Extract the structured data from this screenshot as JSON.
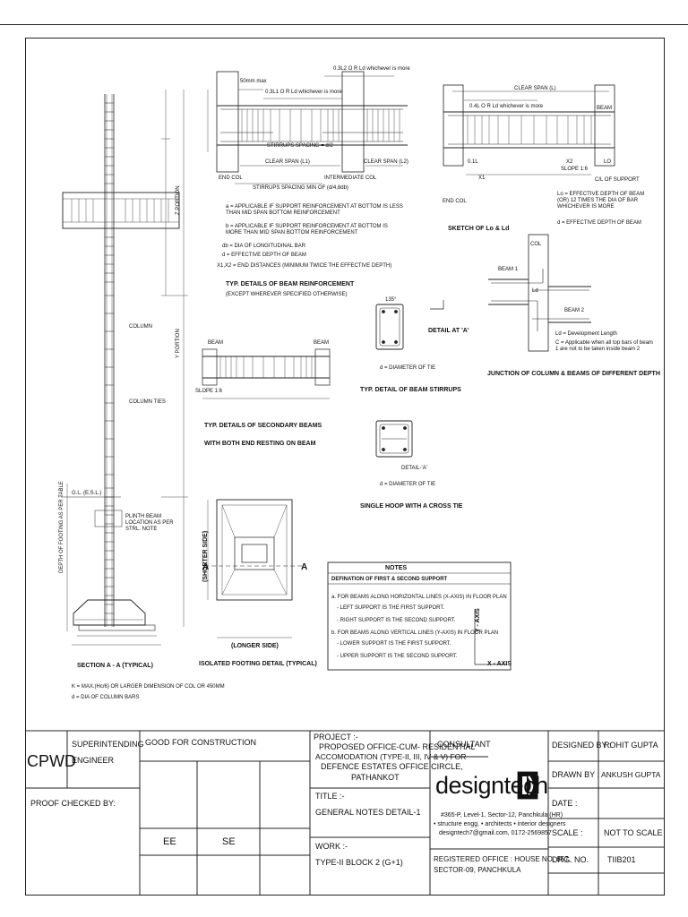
{
  "drawing": {
    "beam_top_note1": "50mm max",
    "beam_top_note2": "0.3L1 O R Ld whichever is more",
    "beam_top_note3": "0.3L2 O R Ld whichever is more",
    "stirrup_spacing": "STIRRUPS SPACING = d/2",
    "clear_span_l1": "CLEAR SPAN (L1)",
    "clear_span_l2": "CLEAR SPAN (L2)",
    "end_col": "END COL",
    "intermediate_col": "INTERMEDIATE COL",
    "stirrup_spacing_min": "STIRRUPS SPACING MIN OF (d/4,8db)",
    "note_a": "a = APPLICABLE IF SUPPORT REINFORCEMENT AT BOTTOM IS LESS THAN MID SPAN BOTTOM REINFORCEMENT",
    "note_b": "b = APPLICABLE IF SUPPORT REINFORCEMENT AT BOTTOM IS MORE THAN MID SPAN BOTTOM REINFORCEMENT",
    "note_db": "db = DIA OF LONGITUDINAL BAR",
    "note_d": "d = EFFECTIVE DEPTH OF BEAM",
    "note_x": "X1,X2 = END DISTANCES (MINIMUM TWICE THE EFFECTIVE DEPTH)",
    "title_beam_reinf": "TYP. DETAILS OF BEAM REINFORCEMENT",
    "sub_beam_reinf": "(EXCEPT WHEREVER SPECIFIED OTHERWISE)",
    "sketch_clear_span": "CLEAR SPAN (L)",
    "sketch_note": "0.4L O R Ld whichever is more",
    "sketch_beam": "BEAM",
    "sketch_01l": "0.1L",
    "sketch_x1": "X1",
    "sketch_x2": "X2",
    "sketch_lo": "LO",
    "sketch_slope": "SLOPE 1:6",
    "sketch_end_col": "END COL",
    "sketch_support": "C/L OF SUPPORT",
    "title_sketch": "SKETCH OF Lo & Ld",
    "lo_note": "Lo = EFFECTIVE DEPTH OF BEAM (OR) 12 TIMES THE DIA OF BAR WHICHEVER IS MORE",
    "d_note": "d = EFFECTIVE DEPTH OF BEAM",
    "column_label": "COLUMN",
    "column_ties": "COLUMN TIES",
    "gl_label": "G.L. (E.S.L.)",
    "plinth_label": "PLINTH BEAM LOCATION AS PER STRL. NOTE",
    "z_portion": "Z PORTION",
    "y_portion": "Y PORTION",
    "depth_label": "DEPTH OF FOOTING AS PER TABLE",
    "detail_a": "DETAIL AT 'A'",
    "d_dia_tie": "d = DIAMETER OF TIE",
    "title_stirrups": "TYP. DETAIL OF BEAM STIRRUPS",
    "col": "COL",
    "beam1": "BEAM 1",
    "beam2": "BEAM 2",
    "ld": "Ld",
    "ld_note": "Ld = Development Length",
    "c_note": "C = Applicable when all top bars of beam 1 are not to be taken inside beam 2",
    "title_junction": "JUNCTION OF COLUMN & BEAMS OF DIFFERENT DEPTH",
    "sec_beam_left": "BEAM",
    "sec_beam_right": "BEAM",
    "sec_slope": "SLOPE 1:6",
    "title_secondary": "TYP. DETAILS OF SECONDARY BEAMS WITH BOTH END RESTING ON BEAM",
    "detail_a2": "DETAIL-'A'",
    "title_hoop": "SINGLE HOOP WITH A CROSS TIE",
    "angle": "135°",
    "shorter_side": "(SHORTER SIDE)",
    "longer_side": "(LONGER SIDE)",
    "sec_a": "A",
    "title_footing": "ISOLATED FOOTING DETAIL (TYPICAL)",
    "title_section": "SECTION A - A (TYPICAL)",
    "note_k": "K = MAX.(Hc/6) OR LARGER DIMENSION OF COL OR 450MM",
    "note_dcol": "d = DIA OF COLUMN BARS",
    "notes_title": "NOTES",
    "notes_sub": "DEFINATION OF FIRST & SECOND SUPPORT",
    "notes_a": "a. FOR BEAMS ALONG HORIZONTAL LINES (X-AXIS) IN FLOOR PLAN",
    "notes_a1": "- LEFT SUPPORT IS THE FIRST SUPPORT.",
    "notes_a2": "- RIGHT SUPPORT IS THE SECOND SUPPORT.",
    "notes_b": "b. FOR BEAMS ALONG VERTICAL LINES (Y-AXIS) IN FLOOR PLAN",
    "notes_b1": "- LOWER SUPPORT IS THE FIRST SUPPORT.",
    "notes_b2": "- UPPER SUPPORT IS THE SECOND SUPPORT.",
    "y_axis": "Y - AXIS",
    "x_axis": "X - AXIS"
  },
  "title_block": {
    "cpwd": "CPWD",
    "superintending": "SUPERINTENDING",
    "engineer": "ENGINEER",
    "good_for": "GOOD FOR CONSTRUCTION",
    "proof": "PROOF CHECKED BY:",
    "ee": "EE",
    "se": "SE",
    "project_label": "PROJECT :-",
    "project_1": "PROPOSED OFFICE-CUM- RESIDENTIAL",
    "project_2": "ACCOMODATION (TYPE-II, III, IV & V) FOR",
    "project_3": "DEFENCE ESTATES OFFICE CIRCLE,",
    "project_4": "PATHANKOT",
    "title_label": "TITLE :-",
    "title_value": "GENERAL NOTES DETAIL-1",
    "work_label": "WORK :-",
    "work_value": "TYPE-II BLOCK 2 (G+1)",
    "consultant": "CONSULTANT",
    "firm": "designtech",
    "firm_addr": "#365-P, Level-1, Sector-12, Panchkula (HR)",
    "firm_tag": "• structure engg. • architects • interior designers",
    "firm_contact": "designtech7@gmail.com, 0172-2569857",
    "reg_office_1": "REGISTERED OFFICE : HOUSE NO. 857,",
    "reg_office_2": "SECTOR-09, PANCHKULA",
    "designed_by_label": "DESIGNED BY :",
    "designed_by": "ROHIT GUPTA",
    "drawn_by_label": "DRAWN BY :",
    "drawn_by": "ANKUSH GUPTA",
    "date_label": "DATE :",
    "scale_label": "SCALE :",
    "scale_value": "NOT TO SCALE",
    "drg_label": "DRG. NO.",
    "drg_value": "TIIB201"
  }
}
